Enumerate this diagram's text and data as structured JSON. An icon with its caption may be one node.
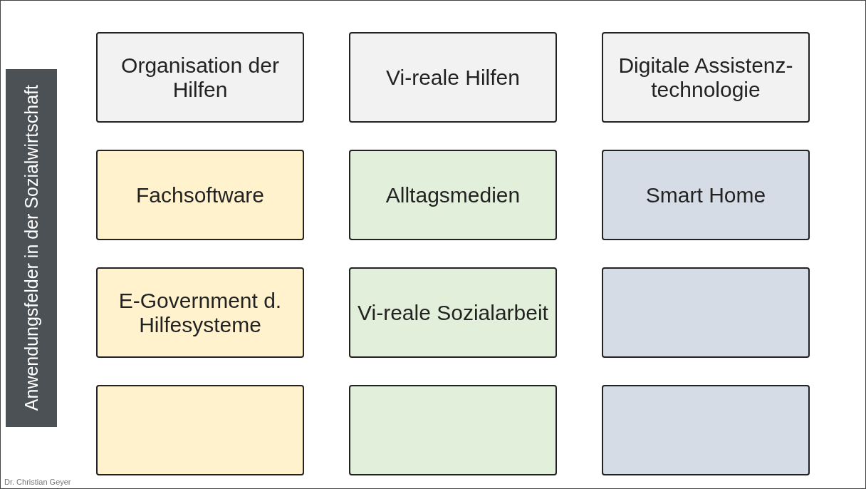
{
  "diagram": {
    "nodes": [
      {
        "text": [
          "Anwendungsfelder in der Sozialwirtschaft"
        ]
      },
      {
        "text": [
          "Organisation der Hilfen"
        ]
      },
      {
        "text": [
          "Vi-reale Hilfen"
        ]
      },
      {
        "text": [
          "Digitale Assistenz-technologie"
        ]
      },
      {
        "text": [
          "Fachsoftware"
        ]
      },
      {
        "text": [
          "Alltagsmedien"
        ]
      },
      {
        "text": [
          "Smart Home"
        ]
      },
      {
        "text": [
          "E-Government d. Hilfesysteme"
        ]
      },
      {
        "text": [
          "Vi-reale Sozialarbeit"
        ]
      },
      {
        "text": [],
        "shape": "box"
      },
      {
        "text": [],
        "shape": "box"
      },
      {
        "text": [],
        "shape": "box"
      },
      {
        "text": [],
        "shape": "box"
      }
    ],
    "edges": [],
    "labels": [
      "Dr. Christian Geyer"
    ]
  }
}
